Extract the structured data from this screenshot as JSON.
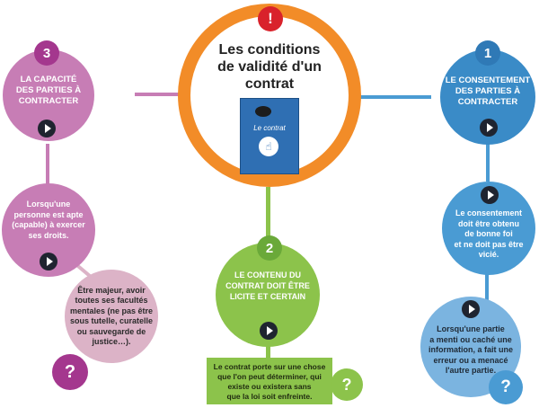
{
  "center": {
    "badge": "!",
    "title_line1": "Les conditions",
    "title_line2": "de validité d'un",
    "title_line3": "contrat",
    "book_title": "Le contrat"
  },
  "node_left": {
    "number": "3",
    "label_line1": "LA CAPACITÉ",
    "label_line2": "DES PARTIES À",
    "label_line3": "CONTRACTER",
    "detail_line1": "Lorsqu'une",
    "detail_line2": "personne est apte",
    "detail_line3": "(capable) à exercer",
    "detail_line4": "ses droits.",
    "example_line1": "Être majeur, avoir",
    "example_line2": "toutes ses facultés",
    "example_line3": "mentales (ne pas être",
    "example_line4": "sous tutelle, curatelle",
    "example_line5": "ou sauvegarde de",
    "example_line6": "justice…).",
    "question": "?"
  },
  "node_right": {
    "number": "1",
    "label_line1": "LE CONSENTEMENT",
    "label_line2": "DES PARTIES À",
    "label_line3": "CONTRACTER",
    "detail_line1": "Le consentement",
    "detail_line2": "doit être obtenu",
    "detail_line3": "de bonne foi",
    "detail_line4": "et ne doit pas être",
    "detail_line5": "vicié.",
    "example_line1": "Lorsqu'une partie",
    "example_line2": "a menti ou caché une",
    "example_line3": "information, a fait une",
    "example_line4": "erreur ou a menacé",
    "example_line5": "l'autre partie.",
    "question": "?"
  },
  "node_bottom": {
    "number": "2",
    "label_line1": "LE CONTENU DU",
    "label_line2": "CONTRAT DOIT ÊTRE",
    "label_line3": "LICITE ET CERTAIN",
    "example_line1": "Le contrat porte sur une chose",
    "example_line2": "que l'on peut déterminer, qui",
    "example_line3": "existe ou existera sans",
    "example_line4": "que la loi soit enfreinte.",
    "question": "?"
  },
  "colors": {
    "orange": "#f28c28",
    "red": "#d9222b",
    "purple": "#c77db5",
    "purple_dark": "#a4378e",
    "pink_light": "#dcb3c7",
    "blue": "#3a8bc7",
    "blue_mid": "#4a9bd3",
    "blue_light": "#7bb4e0",
    "green": "#8cc34b",
    "green_dark": "#6aa939"
  }
}
